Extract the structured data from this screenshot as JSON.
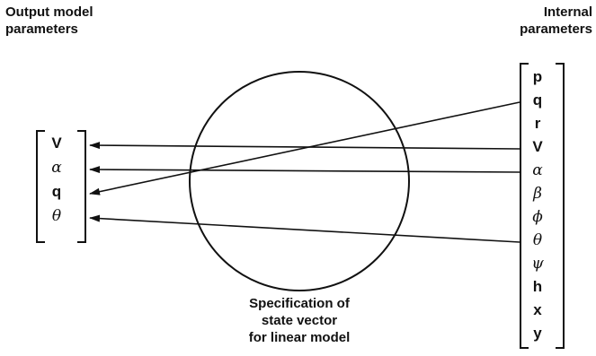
{
  "output_title": [
    "Output model",
    "parameters"
  ],
  "internal_title": [
    "Internal",
    "parameters"
  ],
  "caption": [
    "Specification of",
    "state vector",
    "for linear model"
  ],
  "output_params": [
    {
      "text": "V",
      "style": "bold"
    },
    {
      "text": "α",
      "style": "greek"
    },
    {
      "text": "q",
      "style": "bold"
    },
    {
      "text": "θ",
      "style": "greek"
    }
  ],
  "internal_params": [
    {
      "text": "p",
      "style": "bold"
    },
    {
      "text": "q",
      "style": "bold"
    },
    {
      "text": "r",
      "style": "bold"
    },
    {
      "text": "V",
      "style": "bold"
    },
    {
      "text": "α",
      "style": "greek"
    },
    {
      "text": "β",
      "style": "greek"
    },
    {
      "text": "ϕ",
      "style": "greek"
    },
    {
      "text": "θ",
      "style": "greek"
    },
    {
      "text": "ψ",
      "style": "greek"
    },
    {
      "text": "h",
      "style": "bold"
    },
    {
      "text": "x",
      "style": "bold"
    },
    {
      "text": "y",
      "style": "bold"
    }
  ],
  "mappings": [
    {
      "from": "q",
      "to": "q"
    },
    {
      "from": "V",
      "to": "V"
    },
    {
      "from": "α",
      "to": "α"
    },
    {
      "from": "θ",
      "to": "θ"
    }
  ]
}
